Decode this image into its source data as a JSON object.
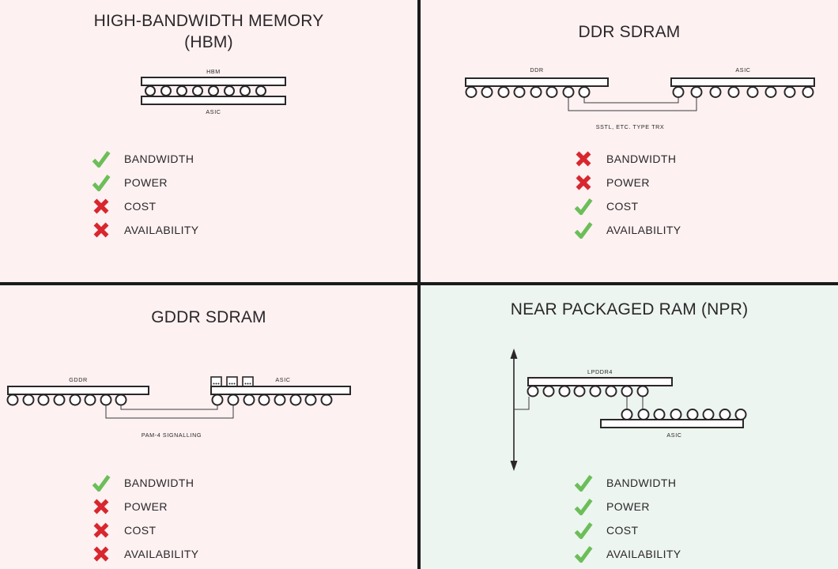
{
  "colors": {
    "background_pink": "#FDF1F2",
    "background_mint": "#ECF5F0",
    "divider_black": "#1A1A1A",
    "diagram_stroke": "#2B2728",
    "check_green": "#6CBE58",
    "cross_red": "#D8272E",
    "text": "#2B2728"
  },
  "icons": {
    "check": "check-icon",
    "cross": "cross-icon",
    "height_arrow": "double-arrow-icon"
  },
  "quadrants": [
    {
      "id": "hbm",
      "title_lines": [
        "HIGH-BANDWIDTH MEMORY",
        "(HBM)"
      ],
      "diagram": {
        "chip_top": "HBM",
        "chip_bottom": "ASIC"
      },
      "checklist": [
        {
          "label": "BANDWIDTH",
          "status": "check"
        },
        {
          "label": "POWER",
          "status": "check"
        },
        {
          "label": "COST",
          "status": "cross"
        },
        {
          "label": "AVAILABILITY",
          "status": "cross"
        }
      ]
    },
    {
      "id": "ddr",
      "title_lines": [
        "DDR SDRAM"
      ],
      "diagram": {
        "chip_left": "DDR",
        "chip_right": "ASIC",
        "caption": "SSTL, ETC. TYPE TRX"
      },
      "checklist": [
        {
          "label": "BANDWIDTH",
          "status": "cross"
        },
        {
          "label": "POWER",
          "status": "cross"
        },
        {
          "label": "COST",
          "status": "check"
        },
        {
          "label": "AVAILABILITY",
          "status": "check"
        }
      ]
    },
    {
      "id": "gddr",
      "title_lines": [
        "GDDR SDRAM"
      ],
      "diagram": {
        "chip_left": "GDDR",
        "chip_right": "ASIC",
        "caption": "PAM-4 SIGNALLING"
      },
      "checklist": [
        {
          "label": "BANDWIDTH",
          "status": "check"
        },
        {
          "label": "POWER",
          "status": "cross"
        },
        {
          "label": "COST",
          "status": "cross"
        },
        {
          "label": "AVAILABILITY",
          "status": "cross"
        }
      ]
    },
    {
      "id": "npr",
      "title_lines": [
        "NEAR PACKAGED RAM (NPR)"
      ],
      "diagram": {
        "chip_top": "LPDDR4",
        "chip_bottom": "ASIC"
      },
      "checklist": [
        {
          "label": "BANDWIDTH",
          "status": "check"
        },
        {
          "label": "POWER",
          "status": "check"
        },
        {
          "label": "COST",
          "status": "check"
        },
        {
          "label": "AVAILABILITY",
          "status": "check"
        }
      ]
    }
  ]
}
